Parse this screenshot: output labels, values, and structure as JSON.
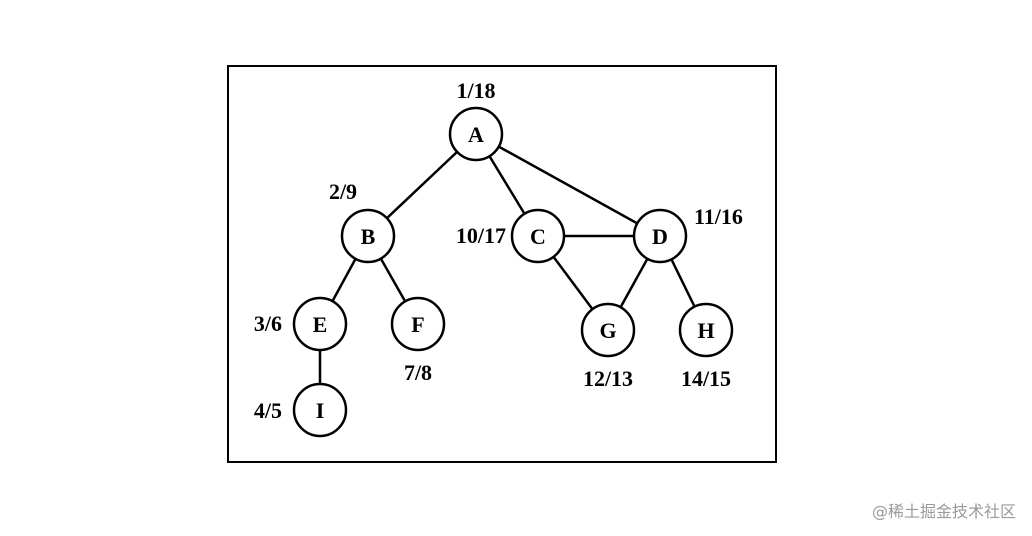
{
  "graph": {
    "nodes": [
      {
        "id": "A",
        "label": "A",
        "time": "1/18"
      },
      {
        "id": "B",
        "label": "B",
        "time": "2/9"
      },
      {
        "id": "C",
        "label": "C",
        "time": "10/17"
      },
      {
        "id": "D",
        "label": "D",
        "time": "11/16"
      },
      {
        "id": "E",
        "label": "E",
        "time": "3/6"
      },
      {
        "id": "F",
        "label": "F",
        "time": "7/8"
      },
      {
        "id": "G",
        "label": "G",
        "time": "12/13"
      },
      {
        "id": "H",
        "label": "H",
        "time": "14/15"
      },
      {
        "id": "I",
        "label": "I",
        "time": "4/5"
      }
    ],
    "edges": [
      [
        "A",
        "B"
      ],
      [
        "A",
        "C"
      ],
      [
        "A",
        "D"
      ],
      [
        "B",
        "E"
      ],
      [
        "B",
        "F"
      ],
      [
        "E",
        "I"
      ],
      [
        "C",
        "D"
      ],
      [
        "C",
        "G"
      ],
      [
        "D",
        "G"
      ],
      [
        "D",
        "H"
      ]
    ]
  },
  "watermark": "@稀土掘金技术社区"
}
